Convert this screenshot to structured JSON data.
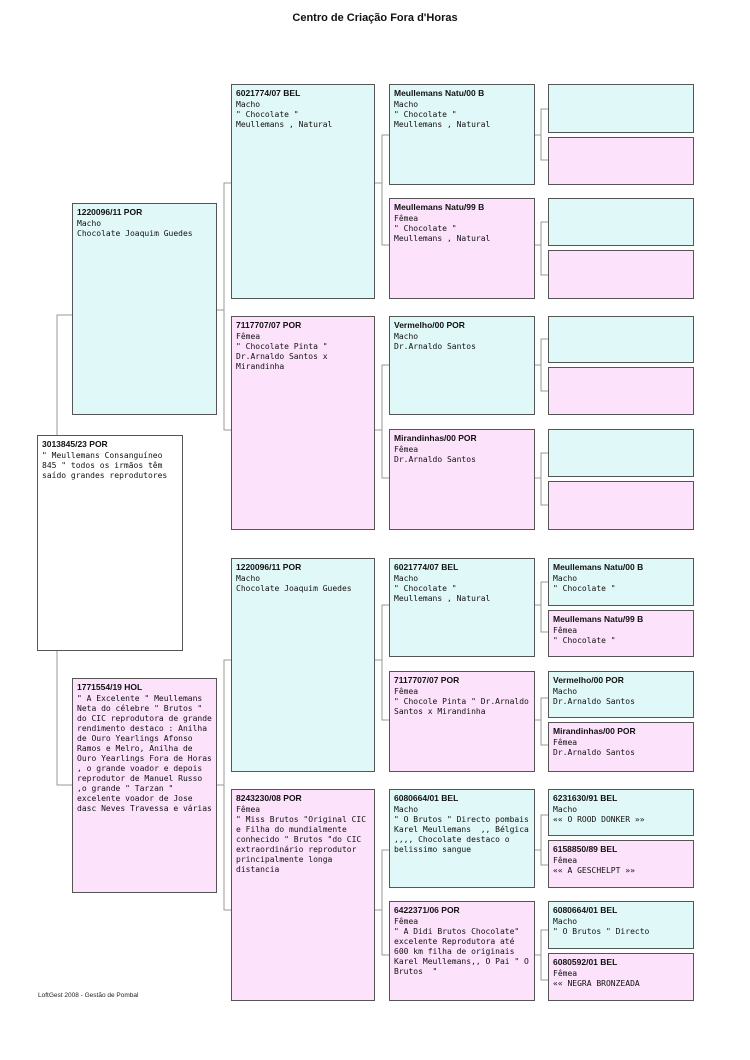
{
  "title": "Centro de Criação Fora d'Horas",
  "footer": "LoftGest 2008 - Gestão de Pombal",
  "subject": {
    "header": "3013845/23 POR",
    "text": "\" Meullemans Consanguíneo 845 \" todos os irmãos têm saído grandes reprodutores"
  },
  "top": {
    "father": {
      "header": "1220096/11 POR",
      "text": "Macho\nChocolate Joaquim Guedes"
    },
    "ff": {
      "header": "6021774/07 BEL",
      "text": "Macho\n\" Chocolate \"\nMeullemans , Natural"
    },
    "fm": {
      "header": "7117707/07 POR",
      "text": "Fêmea\n\" Chocolate Pinta \" Dr.Arnaldo Santos x Mirandinha"
    },
    "fff": {
      "header": "Meullemans Natu/00 B",
      "text": "Macho\n\" Chocolate \"\nMeullemans , Natural"
    },
    "ffm": {
      "header": "Meullemans Natu/99 B",
      "text": "Fêmea\n\" Chocolate \"\nMeullemans , Natural"
    },
    "fmf": {
      "header": "Vermelho/00 POR",
      "text": "Macho\nDr.Arnaldo Santos"
    },
    "fmm": {
      "header": "Mirandinhas/00 POR",
      "text": "Fêmea\nDr.Arnaldo Santos"
    }
  },
  "bottom": {
    "mother": {
      "header": "1771554/19 HOL",
      "text": "\" A Excelente \" Meullemans Neta do célebre \" Brutos \" do CIC reprodutora de grande rendimento destaco : Anilha de Ouro Yearlings Afonso Ramos e Melro, Anilha de Ouro Yearlings Fora de Horas , o grande voador e depois reprodutor de Manuel Russo ,o grande \" Tarzan \" excelente voador de Jose dasc Neves Travessa e várias"
    },
    "mf": {
      "header": "1220096/11 POR",
      "text": "Macho\nChocolate Joaquim Guedes"
    },
    "mm": {
      "header": "8243230/08 POR",
      "text": "Fêmea\n\" Miss Brutos \"Original CIC e Filha do mundialmente conhecido \" Brutos \"do CIC extraordinário reprodutor principalmente longa distancia"
    },
    "mff": {
      "header": "6021774/07 BEL",
      "text": "Macho\n\" Chocolate \"\nMeullemans , Natural"
    },
    "mfm": {
      "header": "7117707/07 POR",
      "text": "Fêmea\n\" Chocole Pinta \" Dr.Arnaldo Santos x Mirandinha"
    },
    "mmf": {
      "header": "6080664/01 BEL",
      "text": "Macho\n\" O Brutos \" Directo pombais Karel Meullemans  ,, Bélgica ,,,, Chocolate destaco o belissimo sangue"
    },
    "mmm": {
      "header": "6422371/06 POR",
      "text": "Fêmea\n\" A Didi Brutos Chocolate\"  excelente Reprodutora até 600 km filha de originais Karel Meullemans,, O Pai \" O Brutos  \""
    },
    "mfff": {
      "header": "Meullemans Natu/00 B",
      "text": "Macho\n\" Chocolate \""
    },
    "mffm": {
      "header": "Meullemans Natu/99 B",
      "text": "Fêmea\n\" Chocolate \""
    },
    "mfmf": {
      "header": "Vermelho/00 POR",
      "text": "Macho\nDr.Arnaldo Santos"
    },
    "mfmm": {
      "header": "Mirandinhas/00 POR",
      "text": "Fêmea\nDr.Arnaldo Santos"
    },
    "mmff": {
      "header": "6231630/91 BEL",
      "text": "Macho\n«« O ROOD DONKER »»"
    },
    "mmfm": {
      "header": "6158850/89 BEL",
      "text": "Fêmea\n«« A GESCHELPT »»"
    },
    "mmmf": {
      "header": "6080664/01 BEL",
      "text": "Macho\n\" O Brutos \" Directo"
    },
    "mmmm": {
      "header": "6080592/01 BEL",
      "text": "Fêmea\n«« NEGRA BRONZEADA"
    }
  },
  "colors": {
    "male": "#e1f8f8",
    "female": "#fce3fb",
    "line": "#999999",
    "border": "#555555"
  }
}
